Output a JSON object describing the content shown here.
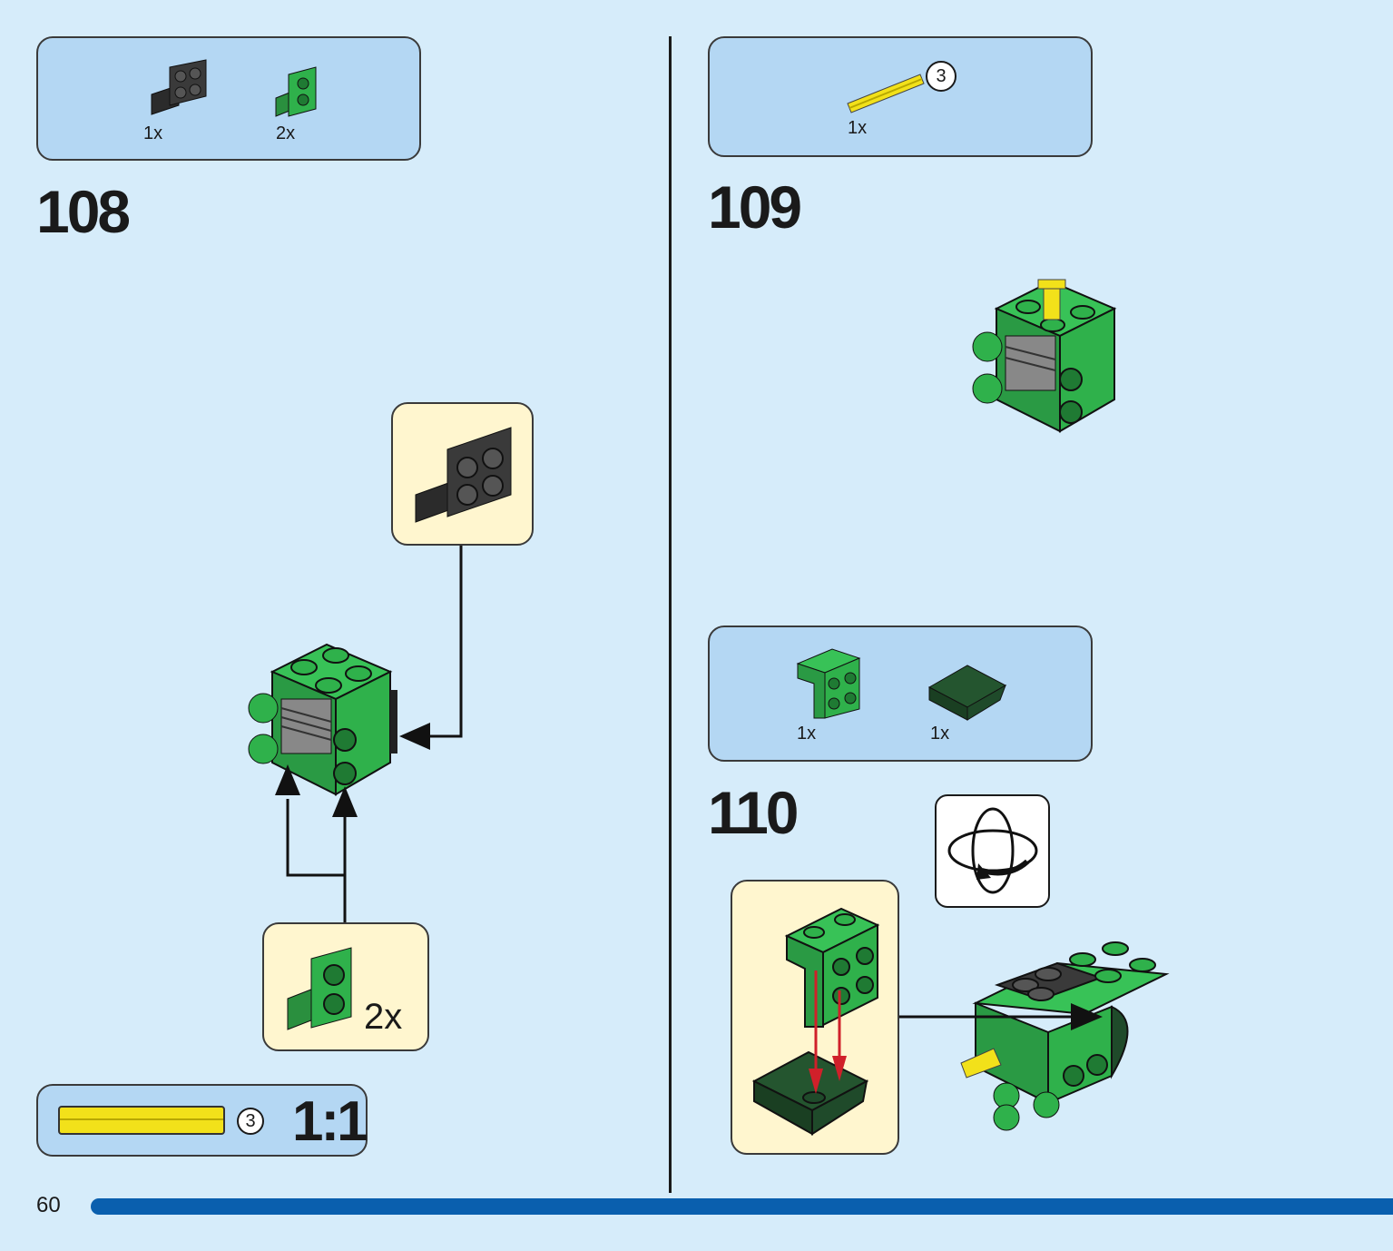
{
  "page": {
    "number": "60"
  },
  "colors": {
    "background": "#d6ecfa",
    "parts_box": "#b4d7f3",
    "callout": "#fff6cf",
    "brick_green": "#2fb14b",
    "brick_dark_green": "#1f4a2a",
    "brick_black": "#2b2b2b",
    "brick_yellow": "#f2e11a",
    "arrow_red": "#d0202a",
    "bar_blue": "#0a5fae"
  },
  "steps": [
    {
      "number": "108",
      "parts": [
        {
          "qty": "1x",
          "icon": "black-bracket-icon"
        },
        {
          "qty": "2x",
          "icon": "green-bracket-icon"
        }
      ],
      "callouts": [
        {
          "icon": "black-bracket-icon"
        },
        {
          "icon": "green-bracket-icon",
          "qty": "2x"
        }
      ]
    },
    {
      "number": "109",
      "parts": [
        {
          "qty": "1x",
          "icon": "yellow-axle-icon",
          "length": "3"
        }
      ]
    },
    {
      "number": "110",
      "parts": [
        {
          "qty": "1x",
          "icon": "green-bracket-2x2-icon"
        },
        {
          "qty": "1x",
          "icon": "dark-green-slope-icon"
        }
      ],
      "indicator": "rotate-model-icon"
    }
  ],
  "scale_check": {
    "length": "3",
    "ratio": "1:1"
  }
}
